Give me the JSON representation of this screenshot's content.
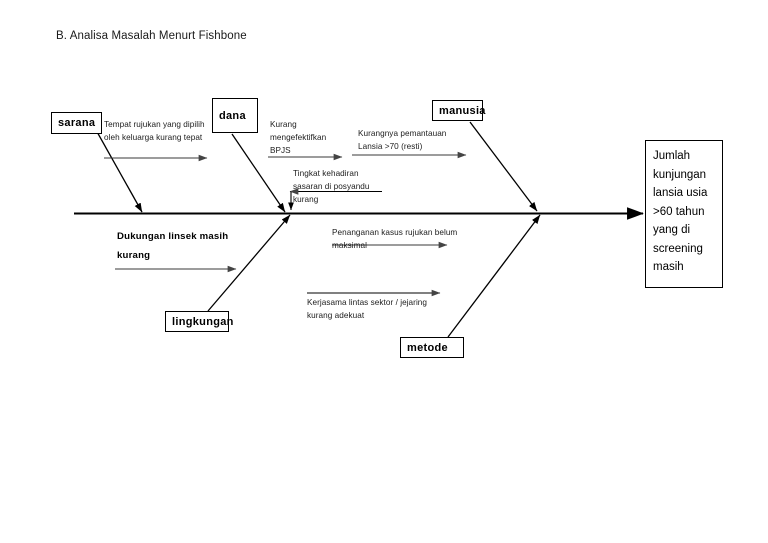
{
  "document": {
    "title": "B. Analisa Masalah Menurt Fishbone"
  },
  "diagram": {
    "type": "fishbone",
    "effect": {
      "label": "Jumlah kunjungan lansia usia >60 tahun yang di screening masih"
    },
    "categories": [
      {
        "id": "sarana",
        "label": "sarana",
        "position": "top-left"
      },
      {
        "id": "dana",
        "label": "dana",
        "position": "top-middle"
      },
      {
        "id": "manusia",
        "label": "manusia",
        "position": "top-right"
      },
      {
        "id": "lingkungan",
        "label": "lingkungan",
        "position": "bottom-left"
      },
      {
        "id": "metode",
        "label": "metode",
        "position": "bottom-right"
      }
    ],
    "causes": [
      {
        "id": "cause-sarana",
        "category": "sarana",
        "text": "Tempat rujukan yang dipilih\noleh keluarga kurang tepat"
      },
      {
        "id": "cause-dana",
        "category": "dana",
        "text": "Kurang\nmengefektifkan\nBPJS"
      },
      {
        "id": "cause-manusia",
        "category": "manusia",
        "text": "Kurangnya pemantauan\nLansia >70 (resti)"
      },
      {
        "id": "cause-posyandu",
        "category": "dana",
        "text": "Tingkat kehadiran\nsasaran di posyandu\nkurang"
      },
      {
        "id": "cause-linsek",
        "category": "lingkungan",
        "text": "Dukungan linsek masih\nkurang",
        "emphasis": "bold"
      },
      {
        "id": "cause-rujukan",
        "category": "metode",
        "text": "Penanganan kasus  rujukan belum\nmaksimal"
      },
      {
        "id": "cause-kerjasama",
        "category": "metode",
        "text": "Kerjasama lintas sektor / jejaring\nkurang adekuat"
      }
    ],
    "colors": {
      "line": "#000000",
      "box_border": "#000000",
      "text": "#000000",
      "background": "#ffffff"
    }
  }
}
